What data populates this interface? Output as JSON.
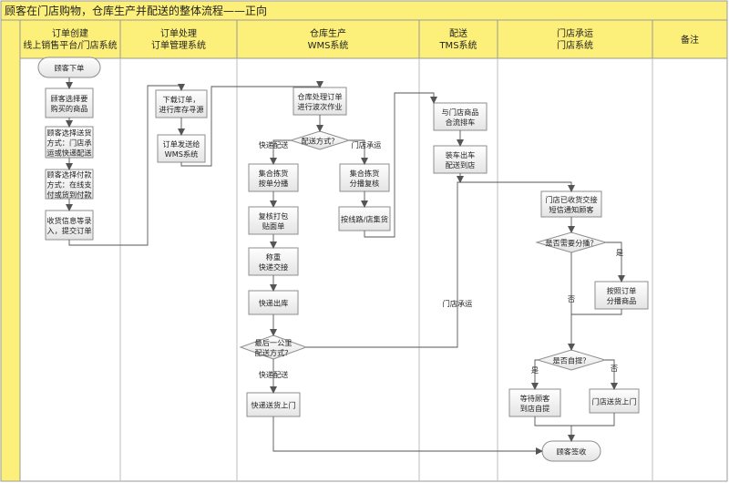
{
  "title": "顾客在门店购物，仓库生产并配送的整体流程——正向",
  "colors": {
    "header_fill": "#FDF07A",
    "border": "#9A9A9A",
    "lane_line": "#BDBDBD",
    "box_fill_top": "#FFFFFF",
    "box_fill_bottom": "#E4E4E4",
    "box_stroke": "#8E8E8E",
    "arrow": "#555555"
  },
  "lanes": [
    {
      "line1": "订单创建",
      "line2": "线上销售平台/门店系统"
    },
    {
      "line1": "订单处理",
      "line2": "订单管理系统"
    },
    {
      "line1": "仓库生产",
      "line2": "WMS系统"
    },
    {
      "line1": "配送",
      "line2": "TMS系统"
    },
    {
      "line1": "门店承运",
      "line2": "门店系统"
    },
    {
      "line1": "备注",
      "line2": ""
    }
  ],
  "nodes": {
    "n1": {
      "shape": "terminal",
      "lines": [
        "顾客下单"
      ]
    },
    "n2": {
      "shape": "process",
      "lines": [
        "顾客选择要",
        "购买的商品"
      ]
    },
    "n3": {
      "shape": "process",
      "lines": [
        "顾客选择送货",
        "方式：门店承",
        "运或快递配送"
      ]
    },
    "n4": {
      "shape": "process",
      "lines": [
        "顾客选择付款",
        "方式：在线支",
        "付或货到付款"
      ]
    },
    "n5": {
      "shape": "process",
      "lines": [
        "收货信息等录",
        "入，提交订单"
      ]
    },
    "n6": {
      "shape": "process",
      "lines": [
        "下载订单，",
        "进行库存寻源"
      ]
    },
    "n7": {
      "shape": "process",
      "lines": [
        "订单发送给",
        "WMS系统"
      ]
    },
    "n8": {
      "shape": "process",
      "lines": [
        "仓库处理订单",
        "进行波次作业"
      ]
    },
    "n9": {
      "shape": "decision",
      "lines": [
        "配送方式？"
      ]
    },
    "n10": {
      "shape": "process",
      "lines": [
        "集合拣货",
        "按单分播"
      ]
    },
    "n11": {
      "shape": "process",
      "lines": [
        "集合拣货",
        "分播复核"
      ]
    },
    "n12": {
      "shape": "process",
      "lines": [
        "复核打包",
        "贴面单"
      ]
    },
    "n13": {
      "shape": "process",
      "lines": [
        "按线路/店集货"
      ]
    },
    "n14": {
      "shape": "process",
      "lines": [
        "称重",
        "快递交接"
      ]
    },
    "n15": {
      "shape": "process",
      "lines": [
        "快递出库"
      ]
    },
    "n16": {
      "shape": "decision",
      "lines": [
        "最后一公里",
        "配送方式？"
      ]
    },
    "n17": {
      "shape": "process",
      "lines": [
        "快递送货上门"
      ]
    },
    "n18": {
      "shape": "process",
      "lines": [
        "与门店商品",
        "合流排车"
      ]
    },
    "n19": {
      "shape": "process",
      "lines": [
        "装车出车",
        "配送到店"
      ]
    },
    "n20": {
      "shape": "process",
      "lines": [
        "门店已收货交接",
        "短信通知顾客"
      ]
    },
    "n21": {
      "shape": "decision",
      "lines": [
        "是否需要分播？"
      ]
    },
    "n22": {
      "shape": "process",
      "lines": [
        "按照订单",
        "分播商品"
      ]
    },
    "n23": {
      "shape": "decision",
      "lines": [
        "是否自提？"
      ]
    },
    "n24": {
      "shape": "process",
      "lines": [
        "等待顾客",
        "到店自提"
      ]
    },
    "n25": {
      "shape": "process",
      "lines": [
        "门店送货上门"
      ]
    },
    "n26": {
      "shape": "terminal",
      "lines": [
        "顾客签收"
      ]
    }
  },
  "labels": {
    "l_express": "快递配送",
    "l_store": "门店承运",
    "l_express2": "快递配送",
    "l_store2": "门店承运",
    "l_yes1": "是",
    "l_no1": "否",
    "l_yes2": "是",
    "l_no2": "否"
  }
}
